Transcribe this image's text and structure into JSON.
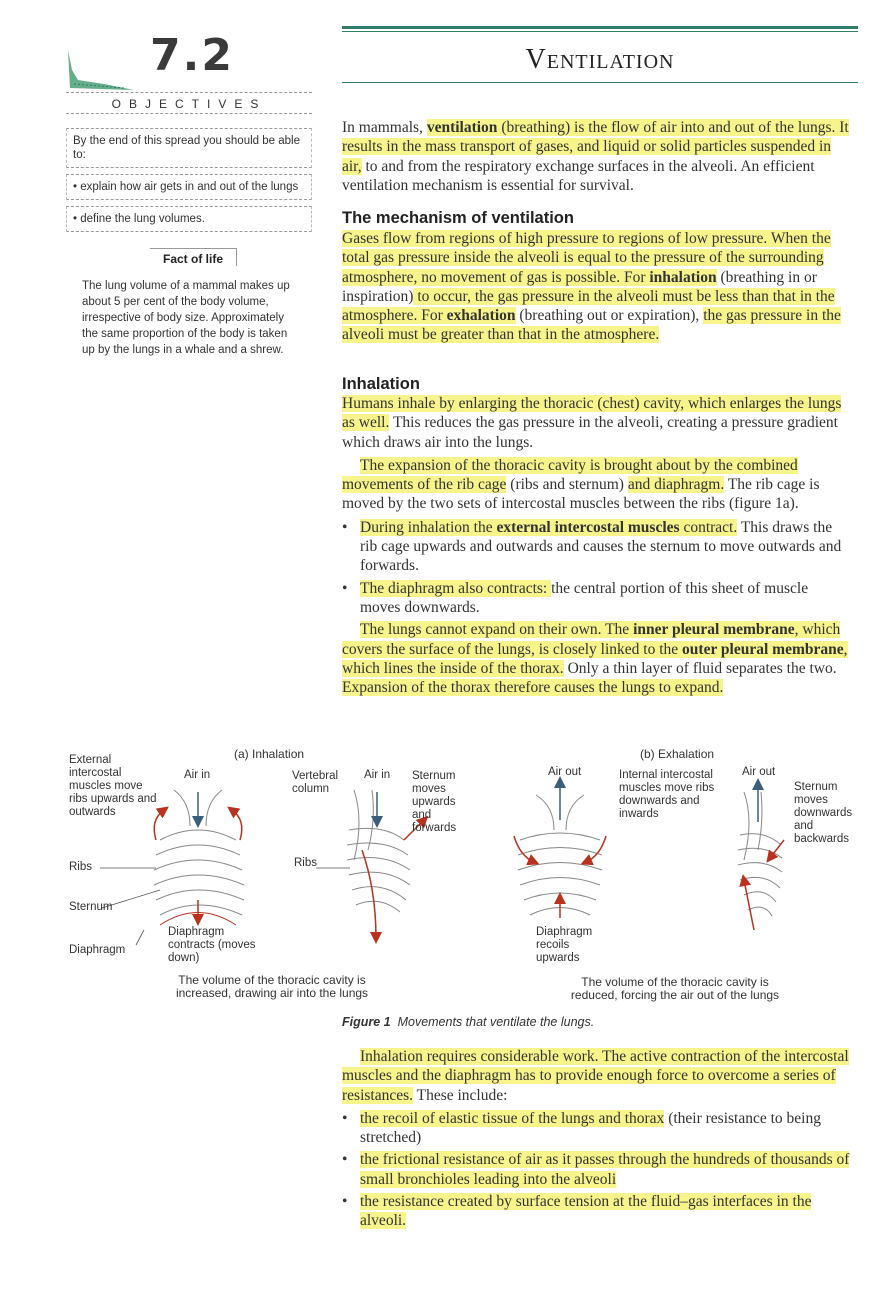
{
  "header": {
    "section_number": "7.2",
    "title": "Ventilation"
  },
  "sidebar": {
    "objectives_heading": "OBJECTIVES",
    "objectives": [
      "By the end of this spread you should be able to:",
      "• explain how air gets in and out of the lungs",
      "• define the lung volumes."
    ],
    "fact_heading": "Fact of life",
    "fact_text": "The lung volume of a mammal makes up about 5 per cent of the body volume, irrespective of body size. Approximately the same proportion of the body is taken up by the lungs in a whale and a shrew."
  },
  "intro": {
    "t1": "In mammals, ",
    "t2": "ventilation",
    "t3": " (breathing) is the flow of air into and out of the lungs. It results in the mass transport of gases, and liquid or solid particles suspended in air,",
    "t4": " to and from the respiratory exchange surfaces in the alveoli. An efficient ventilation mechanism is essential for survival."
  },
  "mechanism": {
    "heading": "The mechanism of ventilation",
    "t1": "Gases flow from regions of high pressure to regions of low pressure. When the total gas pressure inside the alveoli is equal to the pressure of the surrounding atmosphere, no movement of gas is possible. For ",
    "t2": "inhalation",
    "t3": " (breathing in or inspiration)",
    "t4": " to occur, the gas pressure in the alveoli must be less than that in the atmosphere. For ",
    "t5": "exhalation",
    "t6": " (breathing out or expiration), ",
    "t7": "the gas pressure in the alveoli must be greater than that in the atmosphere."
  },
  "inhalation": {
    "heading": "Inhalation",
    "p1_hl": "Humans inhale by enlarging the thoracic (chest) cavity, which enlarges the lungs as well.",
    "p1_rest": " This reduces the gas pressure in the alveoli, creating a pressure gradient which draws air into the lungs.",
    "p2_hl1": "The expansion of the thoracic cavity is brought about by the combined movements of the rib cage",
    "p2_mid": " (ribs and sternum) ",
    "p2_hl2": "and diaphragm.",
    "p2_rest": " The rib cage is moved by the two sets of intercostal muscles between the ribs (figure 1a).",
    "b1_hl1": "During inhalation the ",
    "b1_bold": "external intercostal muscles",
    "b1_hl2": " contract.",
    "b1_rest": " This draws the rib cage upwards and outwards and causes the sternum to move outwards and forwards.",
    "b2_hl": "The diaphragm also contracts: ",
    "b2_rest": "the central portion of this sheet of muscle moves downwards.",
    "p3_a": "The lungs cannot expand on their own. The ",
    "p3_b": "inner pleural membrane",
    "p3_c": ", which covers the surface of the lungs, is closely linked to the ",
    "p3_d": "outer pleural membrane",
    "p3_e": ", which lines the inside of the thorax.",
    "p3_f": " Only a thin layer of fluid separates the two. ",
    "p3_g": "Expansion of the thorax therefore causes the lungs to expand."
  },
  "figure": {
    "a_title": "(a) Inhalation",
    "b_title": "(b) Exhalation",
    "ext_intercostal": "External intercostal muscles move ribs upwards and outwards",
    "air_in_1": "Air in",
    "vertebral_column": "Vertebral column",
    "air_in_2": "Air in",
    "sternum_up": "Sternum moves upwards and forwards",
    "ribs_1": "Ribs",
    "ribs_2": "Ribs",
    "sternum": "Sternum",
    "diaphragm": "Diaphragm",
    "diaphragm_contracts": "Diaphragm contracts (moves down)",
    "a_note": "The volume of the thoracic cavity is increased, drawing air into the lungs",
    "air_out_1": "Air out",
    "int_intercostal": "Internal intercostal muscles move ribs downwards and inwards",
    "air_out_2": "Air out",
    "sternum_down": "Sternum moves downwards and backwards",
    "diaphragm_recoils": "Diaphragm recoils upwards",
    "b_note": "The volume of the thoracic cavity is reduced, forcing the air out of the lungs",
    "caption_label": "Figure 1",
    "caption_text": "Movements that ventilate the lungs."
  },
  "work": {
    "p_hl": "Inhalation requires considerable work. The active contraction of the intercostal muscles and the diaphragm has to provide enough force to overcome a series of resistances.",
    "p_rest": " These include:",
    "b1_hl": "the recoil of elastic tissue of the lungs and thorax",
    "b1_rest": " (their resistance to being stretched)",
    "b2_hl": "the frictional resistance of air as it passes through the hundreds of thousands of small bronchioles leading into the alveoli",
    "b3_hl": "the resistance created by surface tension at the fluid–gas interfaces in the alveoli."
  }
}
